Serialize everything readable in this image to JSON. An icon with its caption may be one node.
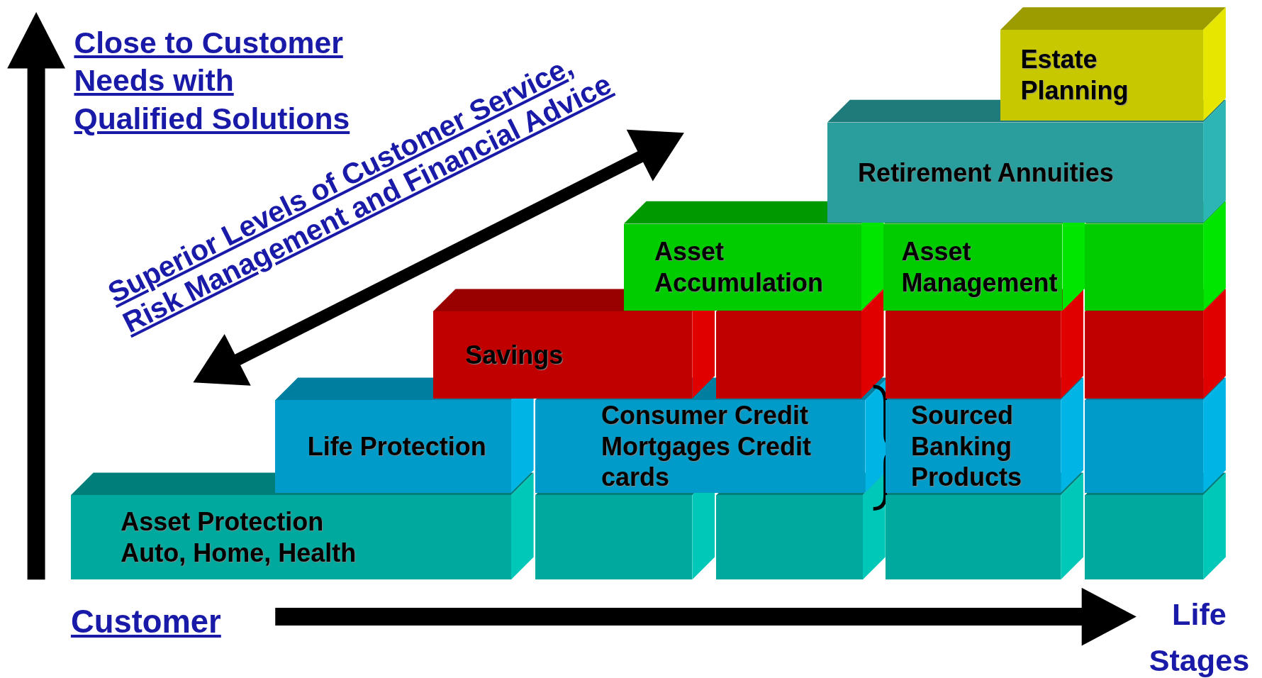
{
  "diagram": {
    "nodes": [
      {
        "text": [
          "Estate Planning"
        ]
      },
      {
        "text": [
          "Retirement Annuities"
        ]
      },
      {
        "text": [
          "Asset Accumulation"
        ]
      },
      {
        "text": [
          "Asset Management"
        ]
      },
      {
        "text": [],
        "shape": "box"
      },
      {
        "text": [
          "Savings"
        ]
      },
      {
        "text": [],
        "shape": "box"
      },
      {
        "text": [],
        "shape": "box"
      },
      {
        "text": [],
        "shape": "box"
      },
      {
        "text": [
          "Life Protection"
        ]
      },
      {
        "text": [
          "Consumer Credit Mortgages Credit cards"
        ]
      },
      {
        "text": [
          "Sourced Banking Products"
        ]
      },
      {
        "text": [],
        "shape": "box"
      },
      {
        "text": [
          "Asset Protection",
          "Auto, Home, Health"
        ]
      },
      {
        "text": [],
        "shape": "box"
      },
      {
        "text": [],
        "shape": "box"
      },
      {
        "text": [],
        "shape": "box"
      },
      {
        "text": [],
        "shape": "box"
      }
    ],
    "edges": [],
    "labels": [
      "Close to Customer Needs with Qualified Solutions",
      "Superior Levels of Customer Service, Risk Management and Financial Advice",
      "Customer",
      "Life Stages"
    ]
  }
}
